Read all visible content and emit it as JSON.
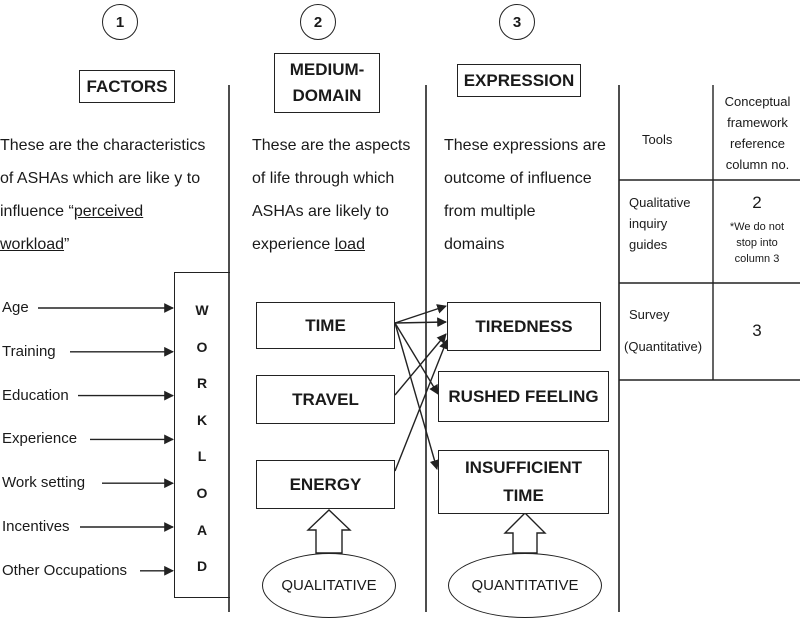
{
  "columns": [
    {
      "number": "1",
      "header": "FACTORS",
      "desc_line1": "These are the characteristics",
      "desc_line2": "of ASHAs which are like y to",
      "desc_line3_plain": "influence “",
      "desc_line3_underlined": "perceived",
      "desc_line4_underlined": "workload",
      "desc_line4_after": "”"
    },
    {
      "number": "2",
      "header_line1": "MEDIUM-",
      "header_line2": "DOMAIN",
      "desc_line1": "These are the aspects",
      "desc_line2": "of life through which",
      "desc_line3": "ASHAs are likely to",
      "desc_line4_plain": "experience ",
      "desc_line4_underlined": "load"
    },
    {
      "number": "3",
      "header": "EXPRESSION",
      "desc_line1": "These expressions are",
      "desc_line2": "outcome of influence",
      "desc_line3": "from multiple",
      "desc_line4": "domains"
    }
  ],
  "factors": [
    "Age",
    "Training",
    "Education",
    "Experience",
    "Work setting",
    "Incentives",
    "Other Occupations"
  ],
  "workload_letters": [
    "W",
    "O",
    "R",
    "K",
    "L",
    "O",
    "A",
    "D"
  ],
  "domains": [
    "TIME",
    "TRAVEL",
    "ENERGY"
  ],
  "expressions": {
    "tiredness": "TIREDNESS",
    "rushed": "RUSHED FEELING",
    "insufficient_line1": "INSUFFICIENT",
    "insufficient_line2": "TIME"
  },
  "methods": {
    "qualitative": "QUALITATIVE",
    "quantitative": "QUANTITATIVE"
  },
  "table": {
    "header_tools": "Tools",
    "header_ref": [
      "Conceptual",
      "framework",
      "reference",
      "column no."
    ],
    "row1_tool": [
      "Qualitative",
      "inquiry",
      "guides"
    ],
    "row1_col": "2",
    "row1_note": [
      "*We do not",
      "stop into",
      "column 3"
    ],
    "row2_tool": [
      "Survey",
      "(Quantitative)"
    ],
    "row2_col": "3"
  }
}
